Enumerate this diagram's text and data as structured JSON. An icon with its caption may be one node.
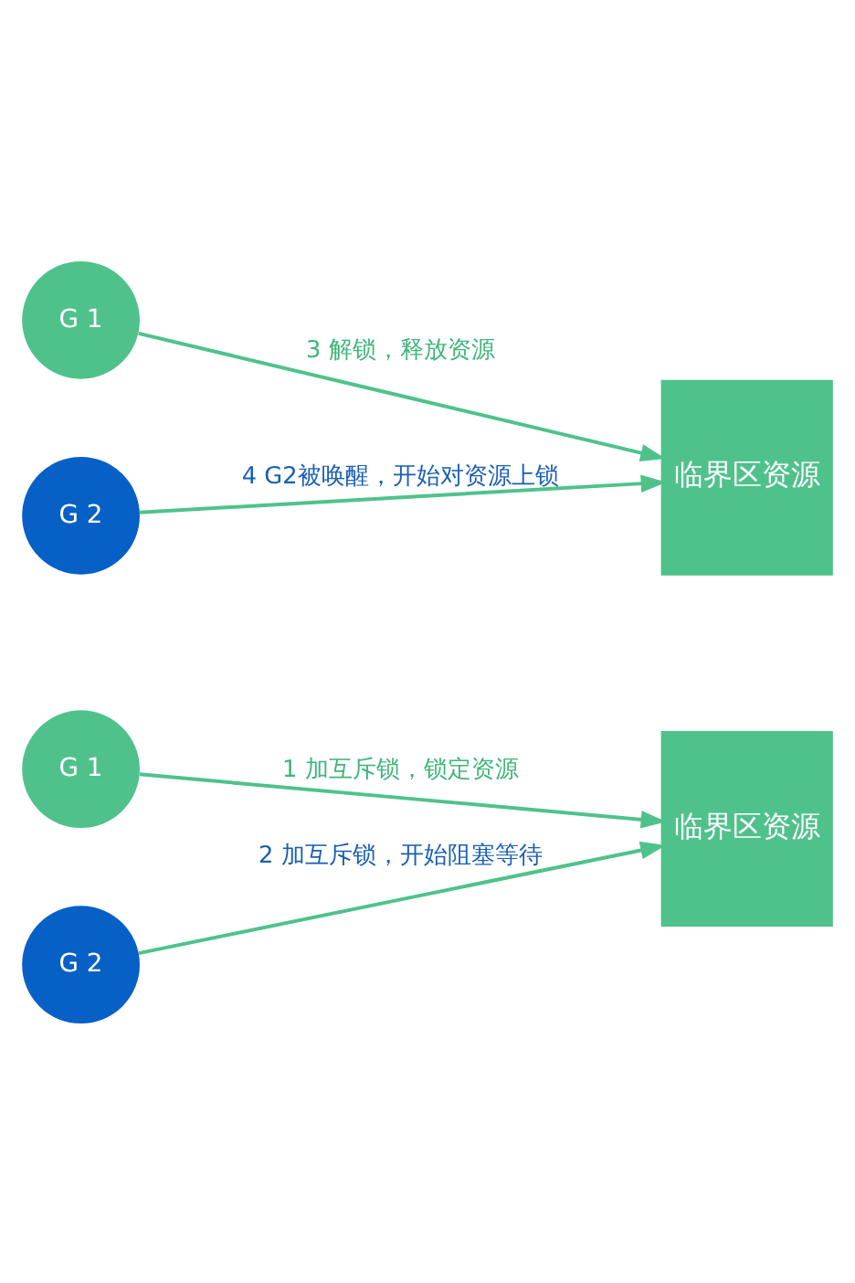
{
  "diagram": {
    "nodes": [
      {
        "text": [
          "G 1"
        ]
      },
      {
        "text": [
          "临界区资源"
        ]
      },
      {
        "text": [
          "G 2"
        ]
      },
      {
        "text": [
          "G 1"
        ]
      },
      {
        "text": [
          "临界区资源"
        ]
      },
      {
        "text": [
          "G 2"
        ]
      }
    ],
    "edges": [
      {
        "from": 0,
        "to": 1,
        "arrow": "to",
        "label": "1 加互斥锁，锁定资源"
      },
      {
        "from": 2,
        "to": 1,
        "arrow": "to",
        "label": "2 加互斥锁，开始阻塞等待"
      },
      {
        "from": 3,
        "to": 4,
        "arrow": "to",
        "label": "3 解锁，释放资源"
      },
      {
        "from": 5,
        "to": 4,
        "arrow": "to",
        "label": "4 G2被唤醒，开始对资源上锁"
      }
    ]
  }
}
